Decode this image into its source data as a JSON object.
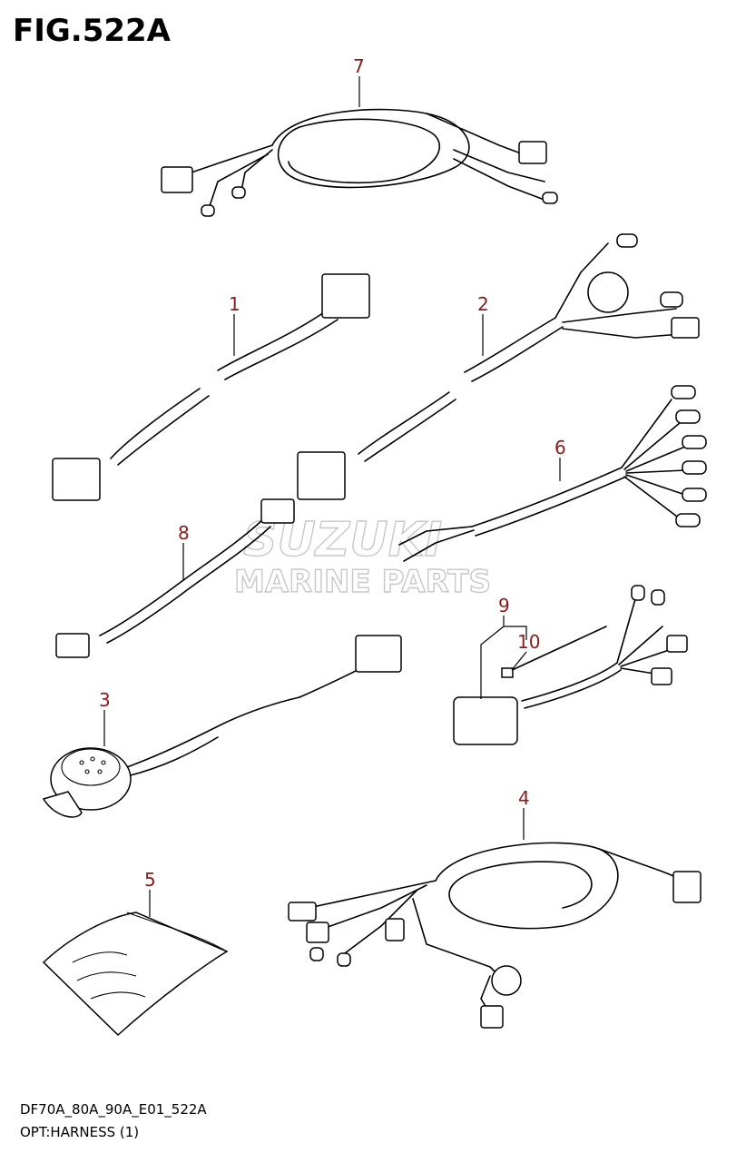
{
  "figure": {
    "title": "FIG.522A"
  },
  "callouts": {
    "c1": "1",
    "c2": "2",
    "c3": "3",
    "c4": "4",
    "c5": "5",
    "c6": "6",
    "c7": "7",
    "c8": "8",
    "c9": "9",
    "c10": "10"
  },
  "watermark": {
    "line1": "SUZUKI",
    "line2": "MARINE PARTS"
  },
  "footer": {
    "code": "DF70A_80A_90A_E01_522A",
    "caption": "OPT:HARNESS (1)"
  }
}
